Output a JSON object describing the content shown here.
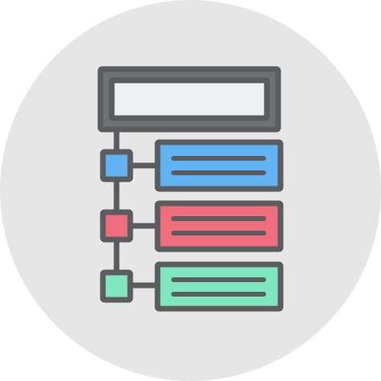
{
  "icon": {
    "name": "sitemap-hierarchy-icon",
    "colors": {
      "background_circle": "#e6e6e6",
      "outline": "#5a5c5f",
      "header_frame": "#6f7275",
      "header_panel": "#eef0f3",
      "item_blue": "#62b3f2",
      "item_red": "#f06d7d",
      "item_green": "#7fe7bf",
      "node_blue": "#62b3f2",
      "node_red": "#f06d7d",
      "node_green": "#7fe7bf"
    },
    "rows": [
      {
        "name": "row-blue"
      },
      {
        "name": "row-red"
      },
      {
        "name": "row-green"
      }
    ]
  }
}
